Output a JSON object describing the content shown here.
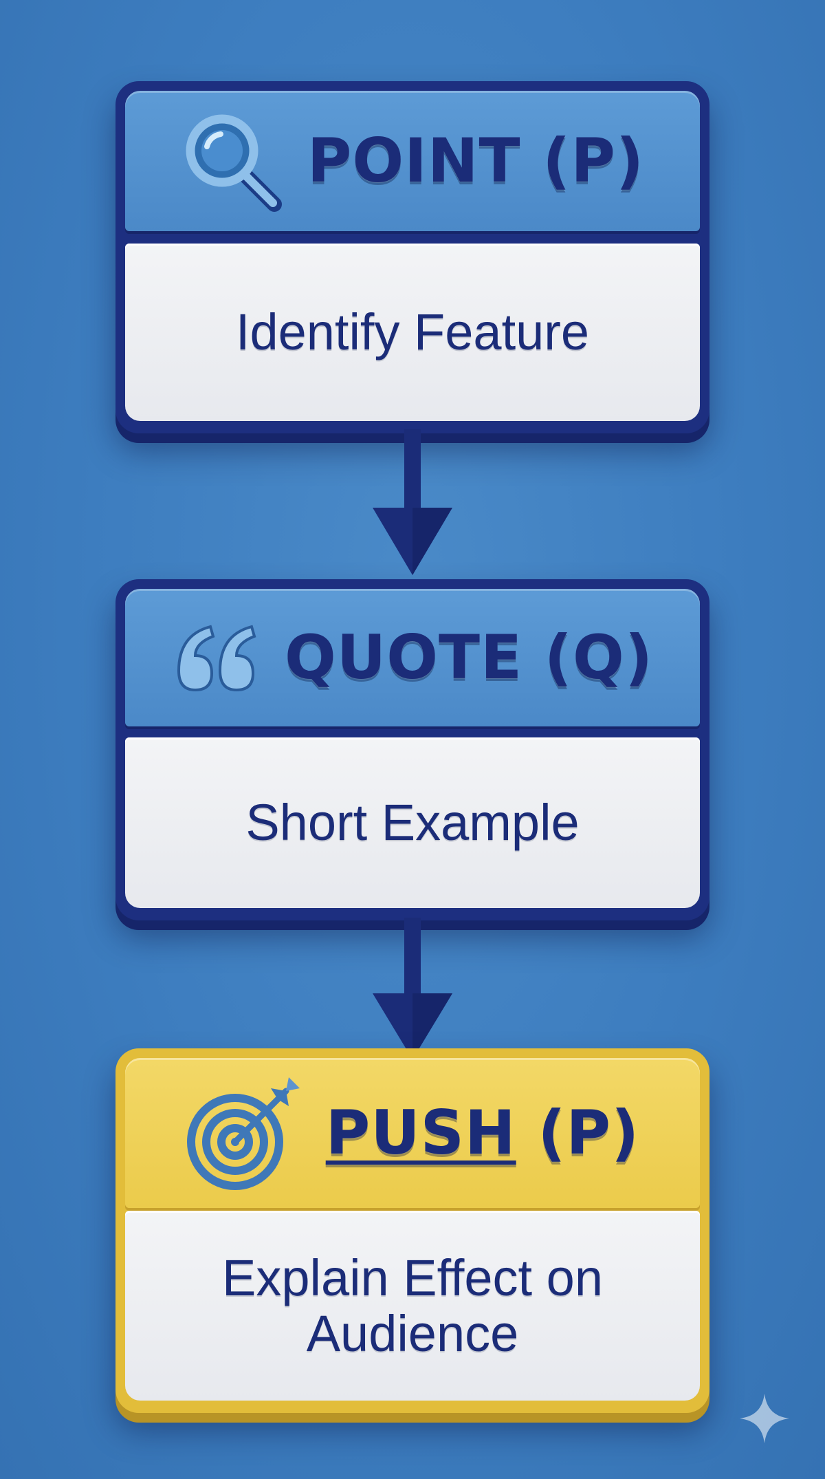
{
  "steps": [
    {
      "title": "POINT (P)",
      "description": "Identify Feature",
      "icon": "magnifying-glass-icon",
      "accent": "#4b89c8"
    },
    {
      "title": "QUOTE (Q)",
      "description": "Short Example",
      "icon": "quotation-mark-icon",
      "accent": "#4b89c8"
    },
    {
      "title_word": "PUSH",
      "title_suffix": " (P)",
      "description_line1": "Explain Effect on",
      "description_line2": "Audience",
      "icon": "target-icon",
      "accent": "#ebcb4b"
    }
  ],
  "colors": {
    "background": "#3d7dbf",
    "navy": "#1b2c78",
    "panel": "#eceef2",
    "gold": "#ebcb4b"
  }
}
